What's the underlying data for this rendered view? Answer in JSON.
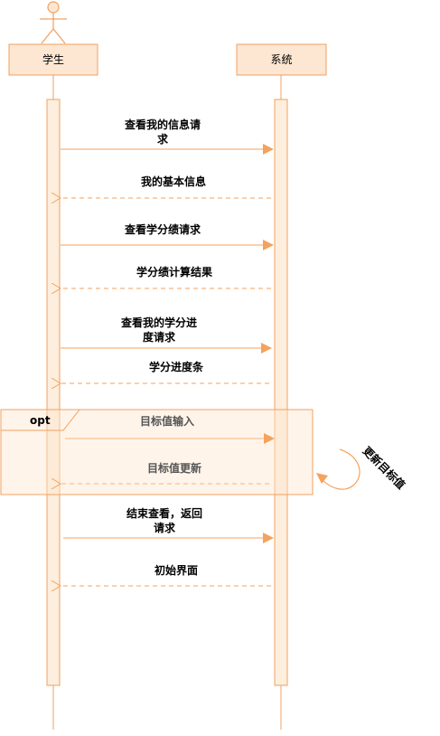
{
  "colors": {
    "accent": "#f5a25c",
    "line": "#f0a060",
    "head_fill": "#fde6d2",
    "activation_fill": "#fdeedd",
    "opt_fill": "rgba(253,231,208,0.45)"
  },
  "participants": [
    {
      "id": "student",
      "label": "学生",
      "has_actor_icon": true
    },
    {
      "id": "system",
      "label": "系统",
      "has_actor_icon": false
    }
  ],
  "messages": [
    {
      "label": "查看我的信息请\n求",
      "direction": "request",
      "style": "solid"
    },
    {
      "label": "我的基本信息",
      "direction": "response",
      "style": "dashed"
    },
    {
      "label": "查看学分绩请求",
      "direction": "request",
      "style": "solid"
    },
    {
      "label": "学分绩计算结果",
      "direction": "response",
      "style": "dashed"
    },
    {
      "label": "查看我的学分进\n度请求",
      "direction": "request",
      "style": "solid"
    },
    {
      "label": "学分进度条",
      "direction": "response",
      "style": "dashed"
    },
    {
      "label": "目标值输入",
      "direction": "request",
      "style": "solid"
    },
    {
      "label": "目标值更新",
      "direction": "response",
      "style": "dashed"
    },
    {
      "label": "结束查看，返回\n请求",
      "direction": "request",
      "style": "solid"
    },
    {
      "label": "初始界面",
      "direction": "response",
      "style": "dashed"
    }
  ],
  "fragment": {
    "operator": "opt"
  },
  "self_message": {
    "label": "更新目标值"
  }
}
